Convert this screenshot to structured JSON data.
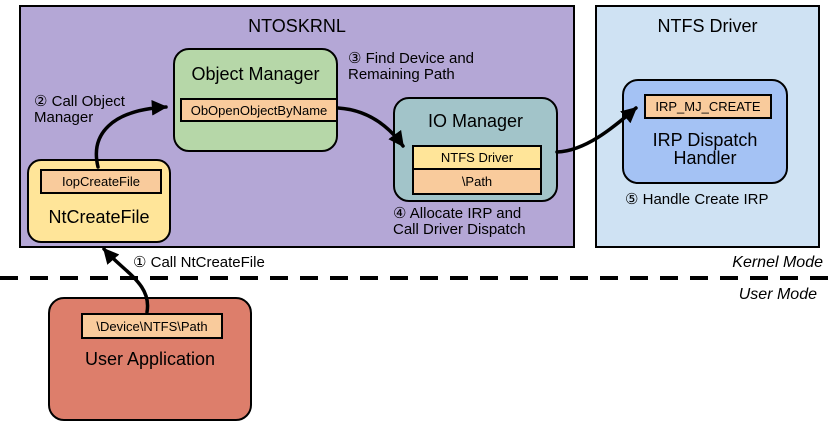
{
  "colors": {
    "ntoskrnl_bg": "#b4a7d6",
    "ntfs_driver_region_bg": "#cfe2f3",
    "object_manager_bg": "#b6d7a8",
    "io_manager_bg": "#a2c4c9",
    "ntcreatefile_bg": "#ffe599",
    "irp_dispatch_bg": "#a4c2f4",
    "user_application_bg": "#dd7e6b",
    "chip_orange_bg": "#f9cb9c",
    "chip_yellow_bg": "#ffe599",
    "line_color": "#000000"
  },
  "ntoskrnl": {
    "title": "NTOSKRNL",
    "object_manager": {
      "title": "Object Manager",
      "chip": "ObOpenObjectByName"
    },
    "io_manager": {
      "title": "IO Manager",
      "chip_top": "NTFS Driver",
      "chip_bottom": "\\Path"
    },
    "ntcreatefile": {
      "title": "NtCreateFile",
      "chip": "IopCreateFile"
    }
  },
  "ntfs_driver_region": {
    "title": "NTFS Driver",
    "irp_dispatch": {
      "title_line1": "IRP Dispatch",
      "title_line2": "Handler",
      "chip": "IRP_MJ_CREATE"
    }
  },
  "user_application": {
    "title": "User Application",
    "chip": "\\Device\\NTFS\\Path"
  },
  "annotations": {
    "step1": "① Call NtCreateFile",
    "step2_line1": "② Call Object",
    "step2_line2": "Manager",
    "step3_line1": "③ Find Device and",
    "step3_line2": "Remaining Path",
    "step4_line1": "④ Allocate IRP and",
    "step4_line2": "Call Driver Dispatch",
    "step5": "⑤ Handle Create IRP"
  },
  "mode_labels": {
    "kernel": "Kernel Mode",
    "user": "User Mode"
  }
}
